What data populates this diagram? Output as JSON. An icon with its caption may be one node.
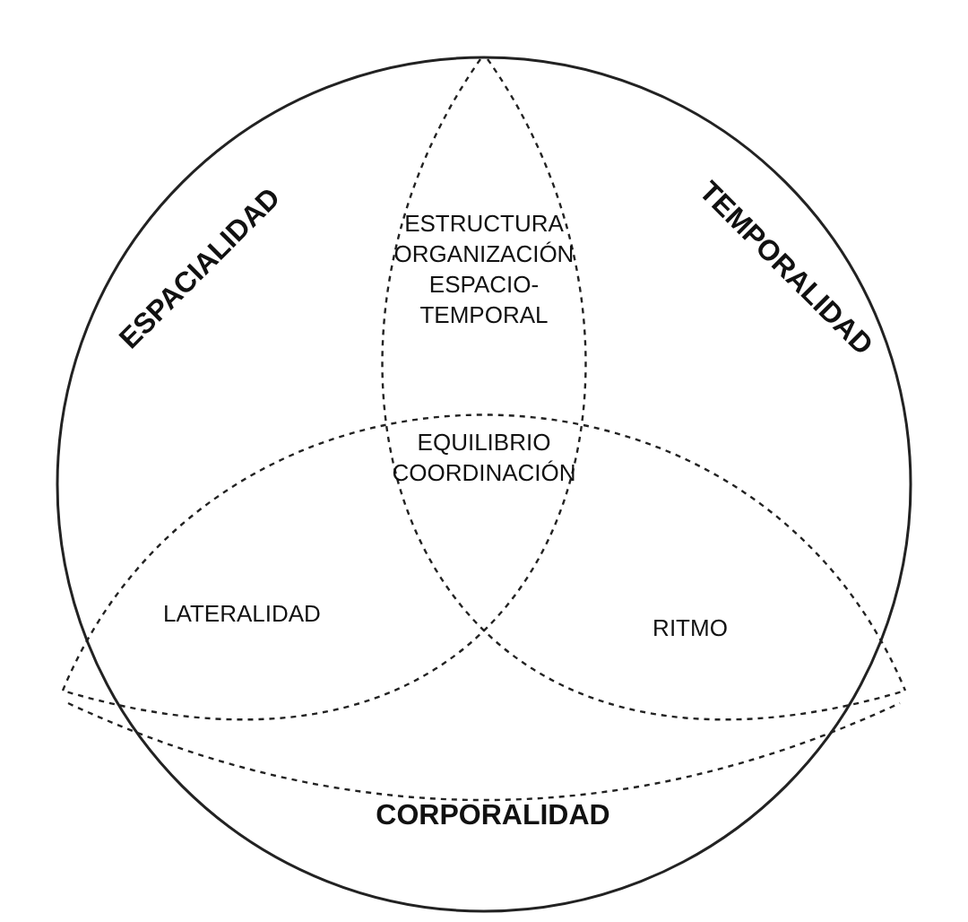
{
  "diagram": {
    "labels": [
      "ESPACIALIDAD",
      "ESTRUCTURA ORGANIZACIÓN ESPACIO-TEMPORAL",
      "TEMPORALIDAD",
      "EQUILIBRIO COORDINACIÓN",
      "LATERALIDAD",
      "RITMO",
      "CORPORALIDAD"
    ]
  }
}
